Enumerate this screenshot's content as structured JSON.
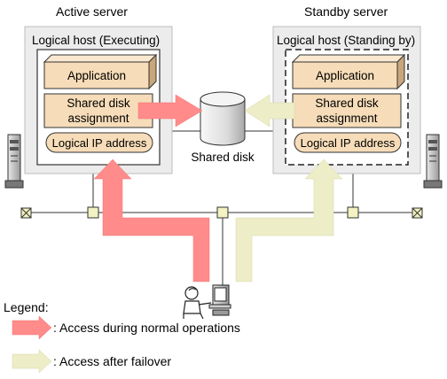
{
  "active_server": {
    "title": "Active server",
    "logical_host_label": "Logical host (Executing)",
    "application_label": "Application",
    "shared_disk_assignment_line1": "Shared disk",
    "shared_disk_assignment_line2": "assignment",
    "logical_ip_label": "Logical IP address"
  },
  "standby_server": {
    "title": "Standby server",
    "logical_host_label": "Logical host (Standing by)",
    "application_label": "Application",
    "shared_disk_assignment_line1": "Shared disk",
    "shared_disk_assignment_line2": "assignment",
    "logical_ip_label": "Logical IP address"
  },
  "shared_disk": {
    "label": "Shared disk"
  },
  "legend": {
    "title": "Legend:",
    "normal_label": ": Access during normal operations",
    "failover_label": ": Access after failover"
  },
  "colors": {
    "normal_access": "#ff8b8b",
    "failover_access": "#ededc8",
    "server_panel": "#ececec",
    "component_fill": "#f6dcb8",
    "small_square": "#f2f2c2"
  }
}
